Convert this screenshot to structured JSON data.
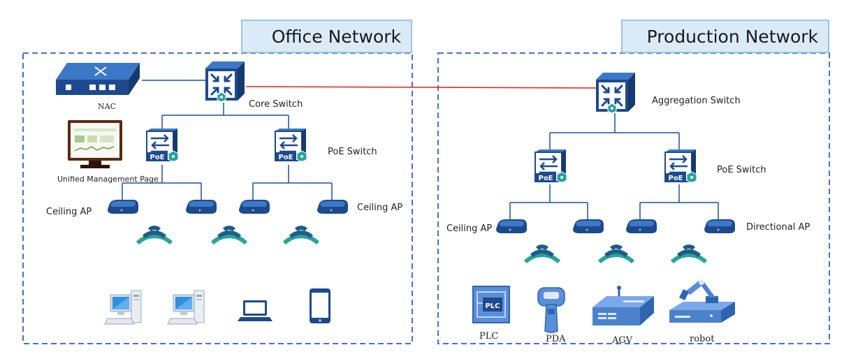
{
  "colors": {
    "border_dash": "#4472c4",
    "line": "#1f4e9c",
    "link": "#e02020",
    "device_dark": "#1e4a8c",
    "device_light": "#3c78c8",
    "wifi_dark": "#1f5c8a",
    "wifi_teal": "#2aa39a",
    "title_fill": "#dbeaf7",
    "title_border": "#9cc3e5"
  },
  "office": {
    "title": "Office Network",
    "nac_label": "NAC",
    "core_label": "Core Switch",
    "poe_label": "PoE Switch",
    "mgmt_label": "Unified Management Page",
    "ceiling_ap_left": "Ceiling AP",
    "ceiling_ap_right": "Ceiling AP",
    "poe_badge": "PoE"
  },
  "production": {
    "title": "Production Network",
    "aggregation_label": "Aggregation Switch",
    "poe_label": "PoE Switch",
    "ceiling_ap": "Ceiling AP",
    "directional_ap": "Directional AP",
    "poe_badge": "PoE",
    "plc_badge": "PLC",
    "terminals": [
      "PLC",
      "PDA",
      "AGV",
      "robot"
    ]
  },
  "icons": [
    "nac-icon",
    "core-switch-icon",
    "poe-switch-icon",
    "monitor-icon",
    "ap-icon",
    "wifi-icon",
    "desktop-pc-icon",
    "laptop-icon",
    "tablet-icon",
    "plc-icon",
    "pda-scanner-icon",
    "agv-icon",
    "robot-arm-icon"
  ]
}
